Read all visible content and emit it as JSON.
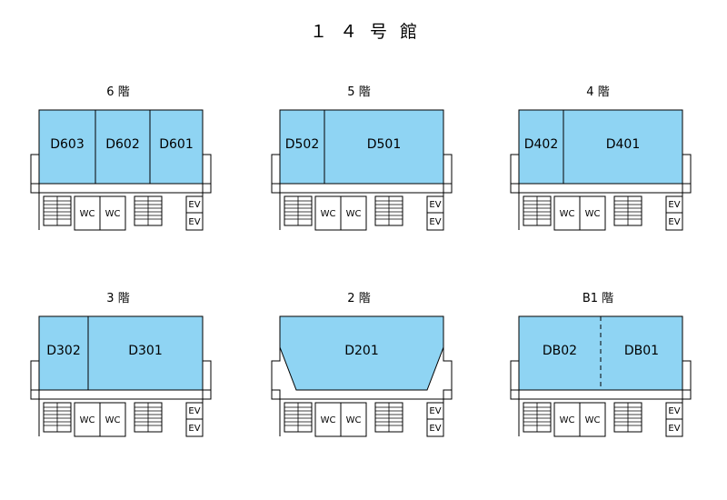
{
  "title": "１４号館",
  "colors": {
    "room_fill": "#8fd4f3",
    "line": "#000000",
    "background": "#ffffff"
  },
  "floors": [
    {
      "label": "6 階",
      "layout": "three-rooms",
      "rooms": [
        "D603",
        "D602",
        "D601"
      ],
      "wc": [
        "WC",
        "WC"
      ],
      "ev": [
        "EV",
        "EV"
      ]
    },
    {
      "label": "5 階",
      "layout": "small-large",
      "rooms": [
        "D502",
        "D501"
      ],
      "wc": [
        "WC",
        "WC"
      ],
      "ev": [
        "EV",
        "EV"
      ]
    },
    {
      "label": "4 階",
      "layout": "small-large",
      "rooms": [
        "D402",
        "D401"
      ],
      "wc": [
        "WC",
        "WC"
      ],
      "ev": [
        "EV",
        "EV"
      ]
    },
    {
      "label": "3 階",
      "layout": "small-large",
      "rooms": [
        "D302",
        "D301"
      ],
      "wc": [
        "WC",
        "WC"
      ],
      "ev": [
        "EV",
        "EV"
      ]
    },
    {
      "label": "2 階",
      "layout": "single-trapezoid",
      "rooms": [
        "D201"
      ],
      "wc": [
        "WC",
        "WC"
      ],
      "ev": [
        "EV",
        "EV"
      ]
    },
    {
      "label": "B1 階",
      "layout": "dashed-split",
      "rooms": [
        "DB02",
        "DB01"
      ],
      "wc": [
        "WC",
        "WC"
      ],
      "ev": [
        "EV",
        "EV"
      ]
    }
  ]
}
